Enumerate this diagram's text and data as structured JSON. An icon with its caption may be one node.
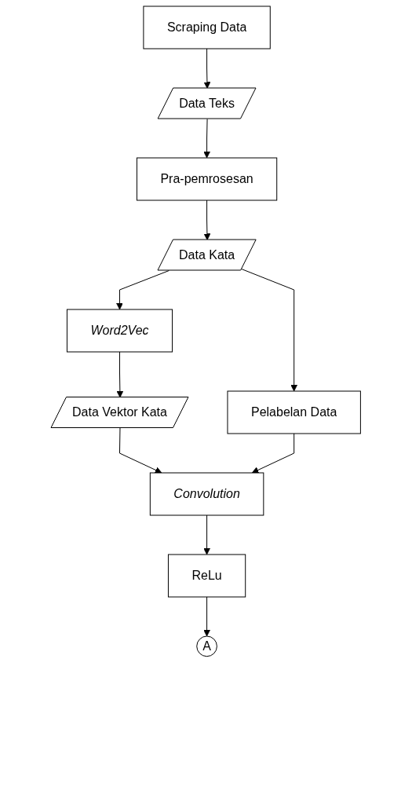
{
  "diagram": {
    "nodes": [
      {
        "text": [
          "Scraping Data"
        ]
      },
      {
        "text": [
          "Data Teks"
        ]
      },
      {
        "text": [
          "Pra-pemrosesan"
        ]
      },
      {
        "text": [
          "Data Kata"
        ]
      },
      {
        "text": [
          "Pelabelan Data"
        ]
      },
      {
        "text": [
          "Word2Vec"
        ]
      },
      {
        "text": [
          "Data Vektor Kata"
        ]
      },
      {
        "text": [
          "Convolution"
        ]
      },
      {
        "text": [
          "ReLu"
        ]
      },
      {
        "text": [
          "A"
        ]
      }
    ],
    "edges": [
      {
        "from": 0,
        "to": 1,
        "arrow": "to"
      },
      {
        "from": 1,
        "to": 2,
        "arrow": "to"
      },
      {
        "from": 2,
        "to": 3,
        "arrow": "to"
      },
      {
        "from": 3,
        "to": 4,
        "arrow": "to"
      },
      {
        "from": 3,
        "to": 5,
        "arrow": "to"
      },
      {
        "from": 5,
        "to": 6,
        "arrow": "to"
      },
      {
        "from": 6,
        "to": 7,
        "arrow": "to"
      },
      {
        "from": 4,
        "to": 7,
        "arrow": "to"
      },
      {
        "from": 7,
        "to": 8,
        "arrow": "to"
      },
      {
        "from": 8,
        "to": 9,
        "arrow": "to"
      }
    ]
  }
}
